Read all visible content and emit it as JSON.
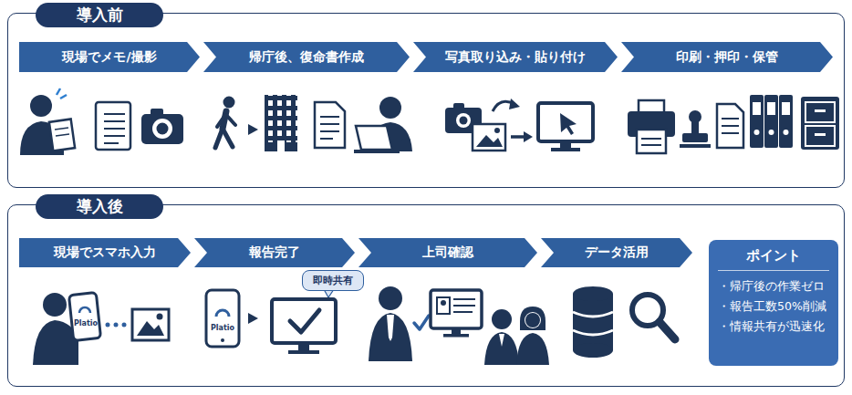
{
  "diagram": {
    "nodes": [
      {
        "text": [
          "導入前"
        ]
      },
      {
        "text": [
          "現場でメモ/撮影"
        ],
        "in": 0
      },
      {
        "text": [
          "帰庁後、復命書作成"
        ],
        "in": 0
      },
      {
        "text": [
          "写真取り込み・貼り付け"
        ],
        "in": 0
      },
      {
        "text": [
          "印刷・押印・保管"
        ],
        "in": 0
      },
      {
        "text": [
          "導入後"
        ]
      },
      {
        "text": [
          "現場でスマホ入力"
        ],
        "in": 5
      },
      {
        "text": [
          "報告完了"
        ],
        "in": 5
      },
      {
        "text": [
          "上司確認"
        ],
        "in": 5
      },
      {
        "text": [
          "データ活用"
        ],
        "in": 5
      },
      {
        "text": [
          "即時共有"
        ],
        "in": 5
      },
      {
        "text": [
          "ポイント",
          "・帰庁後の作業ゼロ",
          "・報告工数50%削減",
          "・情報共有が迅速化"
        ],
        "in": 5
      }
    ],
    "labels": [
      "Platio",
      "Platio"
    ]
  }
}
